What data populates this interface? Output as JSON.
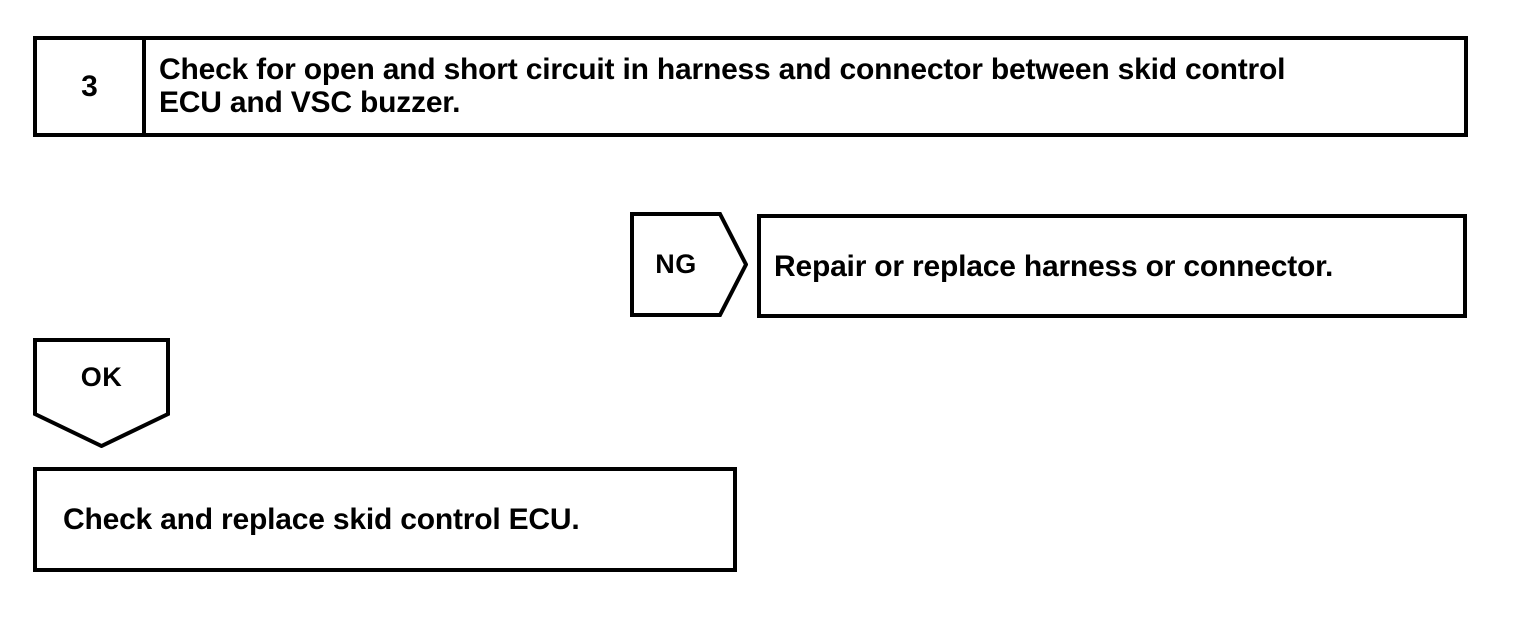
{
  "document": {
    "type": "troubleshooting-flowchart",
    "background_color": "#ffffff",
    "line_color": "#000000"
  },
  "step": {
    "number": "3",
    "instruction": "Check for open and short circuit in harness and connector between skid control\nECU and VSC buzzer."
  },
  "branches": [
    {
      "id": "ng",
      "label": "NG",
      "direction": "right",
      "result": "Repair or replace harness or connector."
    },
    {
      "id": "ok",
      "label": "OK",
      "direction": "down",
      "result": "Check and replace skid control ECU."
    }
  ],
  "ng_branch": {
    "label": "NG",
    "result": "Repair or replace harness or connector."
  },
  "ok_branch": {
    "label": "OK",
    "result": "Check and replace skid control ECU."
  }
}
